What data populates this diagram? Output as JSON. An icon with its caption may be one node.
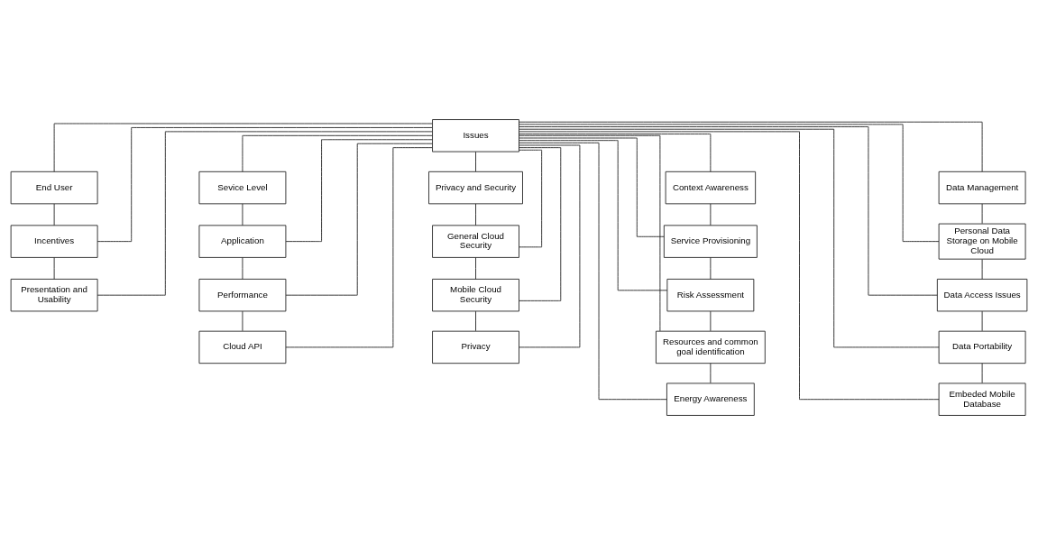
{
  "diagram": {
    "nodes": [
      {
        "text": [
          "Issues"
        ]
      },
      {
        "text": [
          "End User"
        ]
      },
      {
        "text": [
          "Incentives"
        ]
      },
      {
        "text": [
          "Presentation and Usability"
        ]
      },
      {
        "text": [
          "Sevice Level"
        ]
      },
      {
        "text": [
          "Application"
        ]
      },
      {
        "text": [
          "Performance"
        ]
      },
      {
        "text": [
          "Cloud API"
        ]
      },
      {
        "text": [
          "Privacy and Security"
        ]
      },
      {
        "text": [
          "General Cloud Security"
        ]
      },
      {
        "text": [
          "Mobile Cloud Security"
        ]
      },
      {
        "text": [
          "Privacy"
        ]
      },
      {
        "text": [
          "Context Awareness"
        ]
      },
      {
        "text": [
          "Service Provisioning"
        ]
      },
      {
        "text": [
          "Risk Assessment"
        ]
      },
      {
        "text": [
          "Resources and common goal identification"
        ]
      },
      {
        "text": [
          "Energy Awareness"
        ]
      },
      {
        "text": [
          "Data Management"
        ]
      },
      {
        "text": [
          "Personal Data Storage on Mobile Cloud"
        ]
      },
      {
        "text": [
          "Data Access Issues"
        ]
      },
      {
        "text": [
          "Data Portability"
        ]
      },
      {
        "text": [
          "Embeded Mobile Database"
        ]
      }
    ],
    "edges": [
      {
        "from": 0,
        "to": 1,
        "arrow": "none"
      },
      {
        "from": 0,
        "to": 2,
        "arrow": "none"
      },
      {
        "from": 0,
        "to": 3,
        "arrow": "none"
      },
      {
        "from": 1,
        "to": 2,
        "arrow": "none"
      },
      {
        "from": 2,
        "to": 3,
        "arrow": "none"
      },
      {
        "from": 0,
        "to": 4,
        "arrow": "none"
      },
      {
        "from": 0,
        "to": 5,
        "arrow": "none"
      },
      {
        "from": 0,
        "to": 6,
        "arrow": "none"
      },
      {
        "from": 0,
        "to": 7,
        "arrow": "none"
      },
      {
        "from": 4,
        "to": 5,
        "arrow": "none"
      },
      {
        "from": 5,
        "to": 6,
        "arrow": "none"
      },
      {
        "from": 6,
        "to": 7,
        "arrow": "none"
      },
      {
        "from": 0,
        "to": 8,
        "arrow": "none"
      },
      {
        "from": 0,
        "to": 9,
        "arrow": "none"
      },
      {
        "from": 0,
        "to": 10,
        "arrow": "none"
      },
      {
        "from": 0,
        "to": 11,
        "arrow": "none"
      },
      {
        "from": 8,
        "to": 9,
        "arrow": "none"
      },
      {
        "from": 9,
        "to": 10,
        "arrow": "none"
      },
      {
        "from": 10,
        "to": 11,
        "arrow": "none"
      },
      {
        "from": 0,
        "to": 12,
        "arrow": "none"
      },
      {
        "from": 0,
        "to": 13,
        "arrow": "none"
      },
      {
        "from": 0,
        "to": 14,
        "arrow": "none"
      },
      {
        "from": 0,
        "to": 15,
        "arrow": "none"
      },
      {
        "from": 0,
        "to": 16,
        "arrow": "none"
      },
      {
        "from": 12,
        "to": 13,
        "arrow": "none"
      },
      {
        "from": 13,
        "to": 14,
        "arrow": "none"
      },
      {
        "from": 14,
        "to": 15,
        "arrow": "none"
      },
      {
        "from": 15,
        "to": 16,
        "arrow": "none"
      },
      {
        "from": 0,
        "to": 17,
        "arrow": "none"
      },
      {
        "from": 0,
        "to": 18,
        "arrow": "none"
      },
      {
        "from": 0,
        "to": 19,
        "arrow": "none"
      },
      {
        "from": 0,
        "to": 20,
        "arrow": "none"
      },
      {
        "from": 0,
        "to": 21,
        "arrow": "none"
      },
      {
        "from": 17,
        "to": 18,
        "arrow": "none"
      },
      {
        "from": 18,
        "to": 19,
        "arrow": "none"
      },
      {
        "from": 19,
        "to": 20,
        "arrow": "none"
      },
      {
        "from": 20,
        "to": 21,
        "arrow": "none"
      }
    ]
  }
}
